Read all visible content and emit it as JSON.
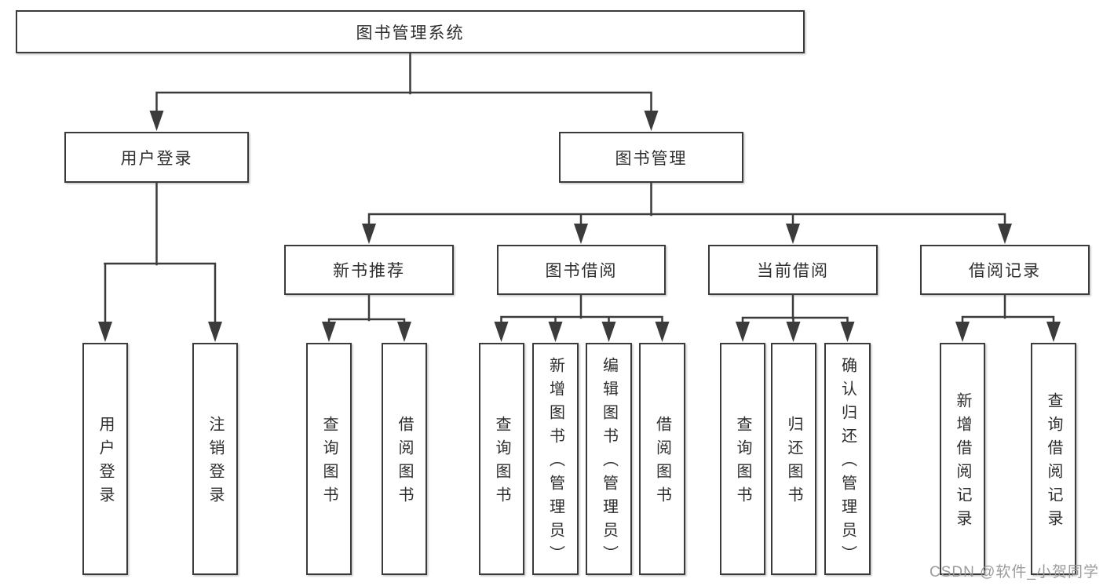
{
  "diagram": {
    "root": {
      "label": "图书管理系统"
    },
    "branches": [
      {
        "label": "用户登录",
        "children": [
          {
            "label": "用户登录"
          },
          {
            "label": "注销登录"
          }
        ]
      },
      {
        "label": "图书管理",
        "sections": [
          {
            "label": "新书推荐",
            "children": [
              {
                "label": "查询图书"
              },
              {
                "label": "借阅图书"
              }
            ]
          },
          {
            "label": "图书借阅",
            "children": [
              {
                "label": "查询图书"
              },
              {
                "label": "新增图书（管理员）"
              },
              {
                "label": "编辑图书（管理员）"
              },
              {
                "label": "借阅图书"
              }
            ]
          },
          {
            "label": "当前借阅",
            "children": [
              {
                "label": "查询图书"
              },
              {
                "label": "归还图书"
              },
              {
                "label": "确认归还（管理员）"
              }
            ]
          },
          {
            "label": "借阅记录",
            "children": [
              {
                "label": "新增借阅记录"
              },
              {
                "label": "查询借阅记录"
              }
            ]
          }
        ]
      }
    ]
  },
  "watermark": {
    "text": "CSDN @软件_小贺同学"
  },
  "colors": {
    "line": "#3b3b3b",
    "box_border": "#3b3b3b",
    "text": "#2e2e2e",
    "background": "#ffffff",
    "watermark": "#969698"
  }
}
